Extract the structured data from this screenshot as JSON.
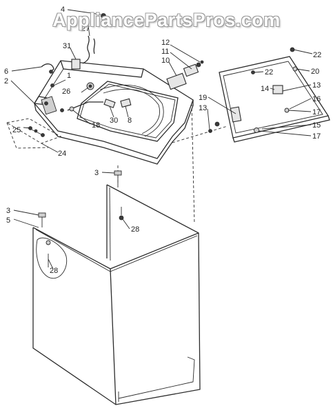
{
  "diagram": {
    "watermark": "AppliancePartsPros.com",
    "callouts": {
      "c4": "4",
      "c27": "27",
      "c31": "31",
      "c6": "6",
      "c1": "1",
      "c2": "2",
      "c26": "26",
      "c25": "25",
      "c24": "24",
      "c18": "18",
      "c30": "30",
      "c8": "8",
      "c12": "12",
      "c11": "11",
      "c10": "10",
      "c22a": "22",
      "c22b": "22",
      "c20": "20",
      "c14": "14",
      "c13a": "13",
      "c19": "19",
      "c13b": "13",
      "c16": "16",
      "c17a": "17",
      "c15": "15",
      "c17b": "17",
      "c3a": "3",
      "c28a": "28",
      "c3b": "3",
      "c5": "5",
      "c28b": "28"
    }
  }
}
